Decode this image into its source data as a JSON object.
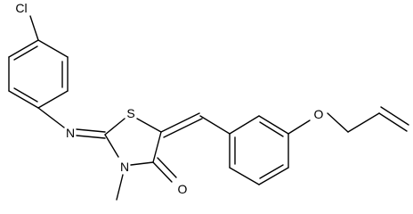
{
  "molecule": {
    "atoms": {
      "chlorine": "Cl",
      "imine_nitrogen": "N",
      "ring_sulfur": "S",
      "ring_nitrogen": "N",
      "carbonyl_oxygen": "O",
      "ether_oxygen": "O"
    }
  }
}
